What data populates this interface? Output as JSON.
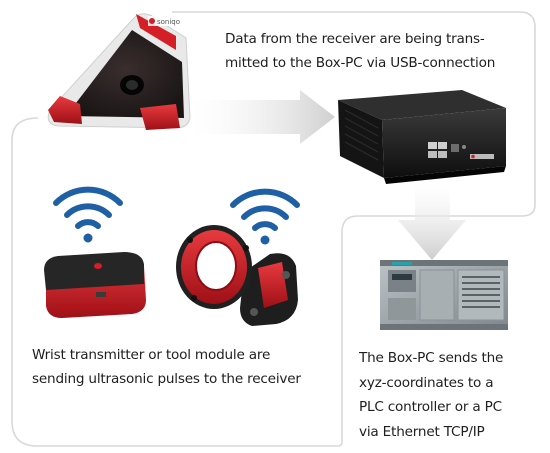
{
  "captions": {
    "top": [
      "Data from the receiver are being trans-",
      "mitted to the Box-PC via USB-connection"
    ],
    "bottom_left": [
      "Wrist transmitter or tool module are",
      "sending ultrasonic pulses to the receiver"
    ],
    "bottom_right": [
      "The Box-PC sends the",
      "xyz-coordinates to a",
      "PLC controller or a PC",
      "via Ethernet TCP/IP"
    ]
  },
  "brand": "soniqo",
  "colors": {
    "panel": "#ffffff",
    "panel_border": "#d9d9d9",
    "arrow": "#d3d3d3",
    "wifi": "#1f5fa5",
    "device_red": "#d41f26",
    "device_dark": "#2a2a2a",
    "plc_gray": "#9da4a8"
  },
  "icons": [
    "wifi-icon",
    "wifi-icon"
  ]
}
